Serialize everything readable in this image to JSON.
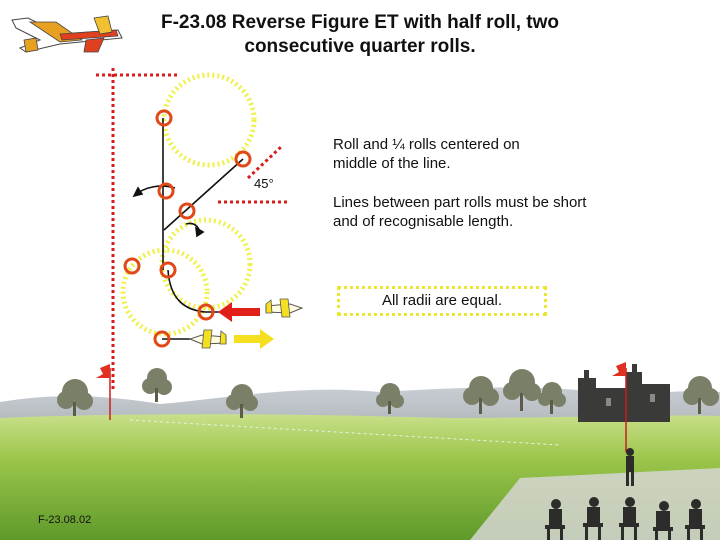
{
  "title_line1": "F-23.08 Reverse Figure ET with half roll, two",
  "title_line2": "consecutive quarter rolls.",
  "note_center_line1": "Roll and ¼ rolls centered on",
  "note_center_line2": "middle of the line.",
  "note_lines_line1": "Lines between part rolls must be short",
  "note_lines_line2": "and of recognisable length.",
  "radii_note": "All radii are equal.",
  "angle_label": "45°",
  "figure_code": "F-23.08.02",
  "colors": {
    "sky": "#ffffff",
    "grass": "#8cbc3c",
    "path_yellow": "#f0f04a",
    "marker_red": "#e04818",
    "reference_line": "#d81c1c",
    "arrow_red": "#e02018",
    "arrow_yellow": "#f4e020"
  }
}
